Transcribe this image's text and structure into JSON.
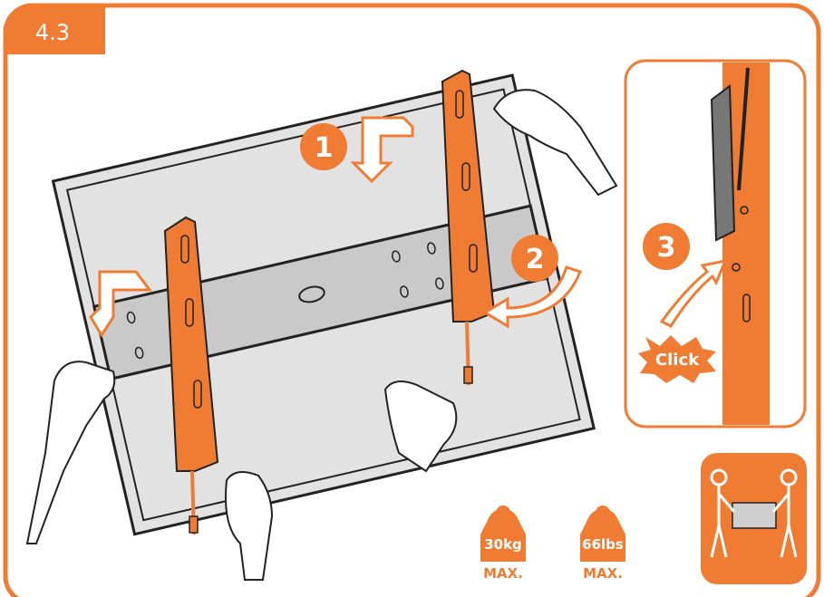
{
  "step_label": "4.3",
  "steps": [
    "1",
    "2",
    "3"
  ],
  "click_label": "Click",
  "weights": [
    {
      "value": "30kg",
      "max": "MAX."
    },
    {
      "value": "66lbs",
      "max": "MAX."
    }
  ],
  "colors": {
    "accent": "#ef7c32",
    "panel": "#e4e4e4",
    "stripe": "#cfcfcf",
    "dark": "#222222"
  },
  "icons": [
    "hand-icon",
    "arrow-icon",
    "weight-icon",
    "two-person-lift-icon"
  ]
}
